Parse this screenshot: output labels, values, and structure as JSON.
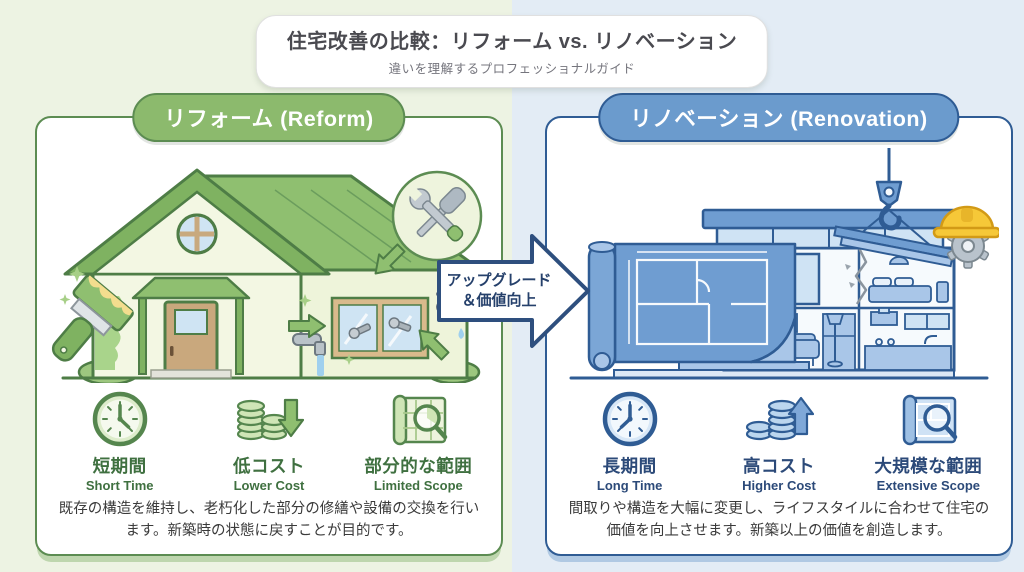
{
  "header": {
    "title": "住宅改善の比較：リフォーム vs. リノベーション",
    "subtitle": "違いを理解するプロフェッショナルガイド"
  },
  "upgrade_arrow": {
    "line1": "アップグレード",
    "line2": "＆価値向上"
  },
  "reform_panel": {
    "title": "リフォーム (Reform)",
    "features": [
      {
        "icon": "clock-icon",
        "label_jp": "短期間",
        "label_en": "Short Time"
      },
      {
        "icon": "coins-down-arrow-icon",
        "label_jp": "低コスト",
        "label_en": "Lower Cost"
      },
      {
        "icon": "map-magnifier-icon",
        "label_jp": "部分的な範囲",
        "label_en": "Limited Scope"
      }
    ],
    "description": "既存の構造を維持し、老朽化した部分の修繕や設備の交換を行います。新築時の状態に戻すことが目的です。"
  },
  "renovation_panel": {
    "title": "リノベーション (Renovation)",
    "features": [
      {
        "icon": "clock-icon",
        "label_jp": "長期間",
        "label_en": "Long Time"
      },
      {
        "icon": "coins-up-arrow-icon",
        "label_jp": "高コスト",
        "label_en": "Higher Cost"
      },
      {
        "icon": "blueprint-magnifier-icon",
        "label_jp": "大規模な範囲",
        "label_en": "Extensive Scope"
      }
    ],
    "description": "間取りや構造を大幅に変更し、ライフスタイルに合わせて住宅の価値を向上させます。新築以上の価値を創造します。"
  },
  "colors": {
    "bg_left": "#edf3e3",
    "bg_right": "#e3ecf5",
    "reform_accent": "#8cba6d",
    "reform_border": "#5c8c52",
    "reform_text": "#3f7040",
    "renovation_accent": "#6b9bcd",
    "renovation_border": "#2f5c94",
    "renovation_text": "#2c4a79",
    "arrow_text": "#25406b",
    "arrow_border": "#2e4f7e"
  }
}
